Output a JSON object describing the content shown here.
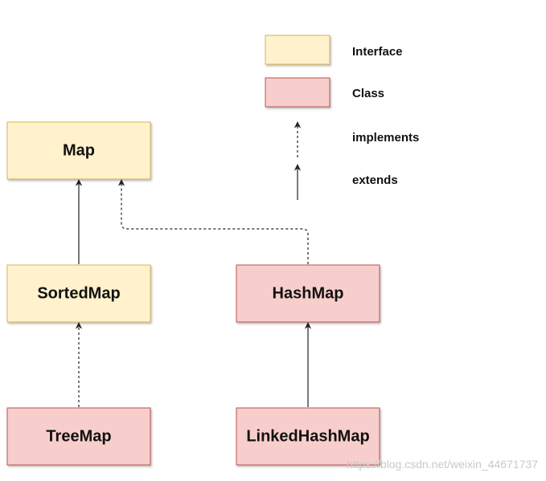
{
  "colors": {
    "interface_fill": "#fff2cc",
    "interface_stroke": "#d6b656",
    "class_fill": "#f8cecc",
    "class_stroke": "#b85450",
    "line": "#222222"
  },
  "legend": {
    "interface_label": "Interface",
    "class_label": "Class",
    "implements_label": "implements",
    "extends_label": "extends"
  },
  "nodes": {
    "map": {
      "label": "Map",
      "kind": "interface"
    },
    "sorted_map": {
      "label": "SortedMap",
      "kind": "interface"
    },
    "hash_map": {
      "label": "HashMap",
      "kind": "class"
    },
    "tree_map": {
      "label": "TreeMap",
      "kind": "class"
    },
    "linked_hash_map": {
      "label": "LinkedHashMap",
      "kind": "class"
    }
  },
  "edges": [
    {
      "from": "sorted_map",
      "to": "map",
      "relation": "extends"
    },
    {
      "from": "hash_map",
      "to": "map",
      "relation": "implements"
    },
    {
      "from": "tree_map",
      "to": "sorted_map",
      "relation": "implements"
    },
    {
      "from": "linked_hash_map",
      "to": "hash_map",
      "relation": "extends"
    }
  ],
  "watermark": "https://blog.csdn.net/weixin_44671737"
}
